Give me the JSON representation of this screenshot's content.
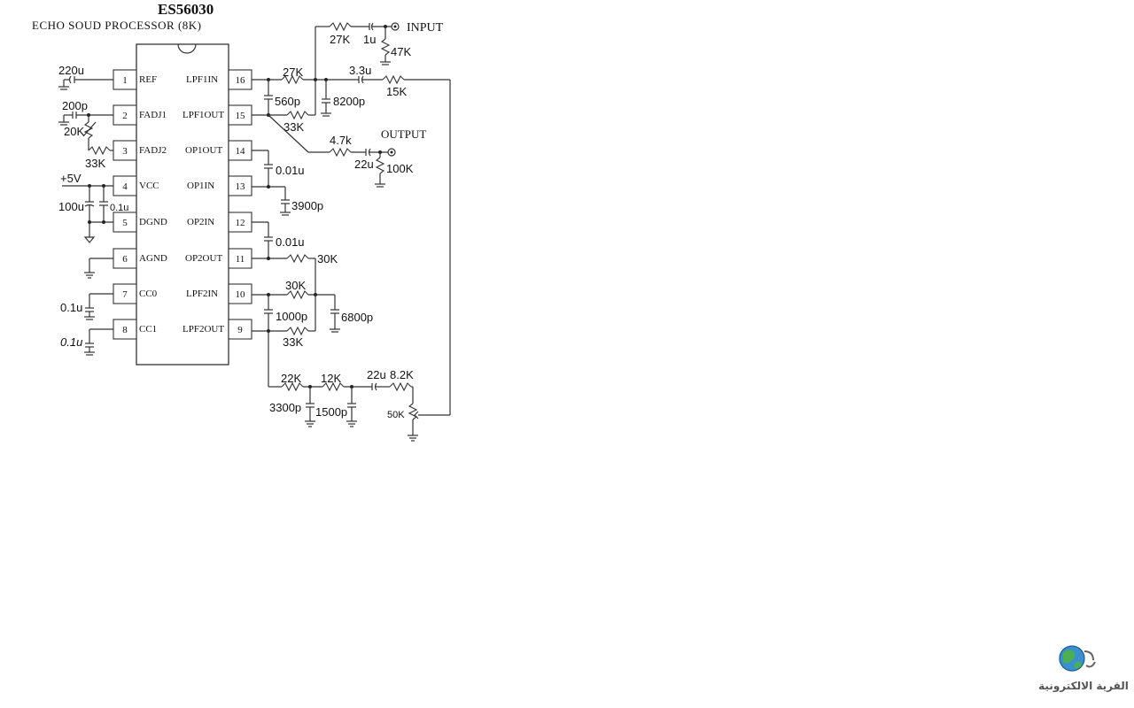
{
  "title": "ES56030",
  "subtitle": "ECHO SOUD PROCESSOR (8K)",
  "ic": {
    "pins_left": [
      {
        "num": "1",
        "name": "REF"
      },
      {
        "num": "2",
        "name": "FADJ1"
      },
      {
        "num": "3",
        "name": "FADJ2"
      },
      {
        "num": "4",
        "name": "VCC"
      },
      {
        "num": "5",
        "name": "DGND"
      },
      {
        "num": "6",
        "name": "AGND"
      },
      {
        "num": "7",
        "name": "CC0"
      },
      {
        "num": "8",
        "name": "CC1"
      }
    ],
    "pins_right": [
      {
        "num": "16",
        "name": "LPF1IN"
      },
      {
        "num": "15",
        "name": "LPF1OUT"
      },
      {
        "num": "14",
        "name": "OP1OUT"
      },
      {
        "num": "13",
        "name": "OP1IN"
      },
      {
        "num": "12",
        "name": "OP2IN"
      },
      {
        "num": "11",
        "name": "OP2OUT"
      },
      {
        "num": "10",
        "name": "LPF2IN"
      },
      {
        "num": "9",
        "name": "LPF2OUT"
      }
    ]
  },
  "components": {
    "c_ref": "220u",
    "c_fadj": "200p",
    "pot_fadj": "20K",
    "r_fadj2": "33K",
    "vcc": "+5V",
    "c_vcc_big": "100u",
    "c_vcc_small": "0.1u",
    "c_cc0": "0.1u",
    "c_cc1": "0.1u",
    "r_in_series": "27K",
    "c_in": "1u",
    "r_in_shunt": "47K",
    "input": "INPUT",
    "r_lpf1": "27K",
    "c_lpf1_a": "560p",
    "c_lpf1_b": "8200p",
    "r_lpf1_fb": "33K",
    "c_mix": "3.3u",
    "r_mix": "15K",
    "r_out": "4.7k",
    "output": "OUTPUT",
    "c_out": "22u",
    "r_out_shunt": "100K",
    "c_op1": "0.01u",
    "c_op1_gnd": "3900p",
    "c_op2": "0.01u",
    "r_op2": "30K",
    "r_lpf2": "30K",
    "c_lpf2_a": "1000p",
    "c_lpf2_b": "6800p",
    "r_lpf2_fb": "33K",
    "r_f1": "22K",
    "r_f2": "12K",
    "c_f1": "3300p",
    "c_f2": "1500p",
    "c_f3": "22u",
    "r_f3": "8.2K",
    "pot_echo": "50K"
  },
  "logo": {
    "text": "القرية الالكترونية"
  }
}
